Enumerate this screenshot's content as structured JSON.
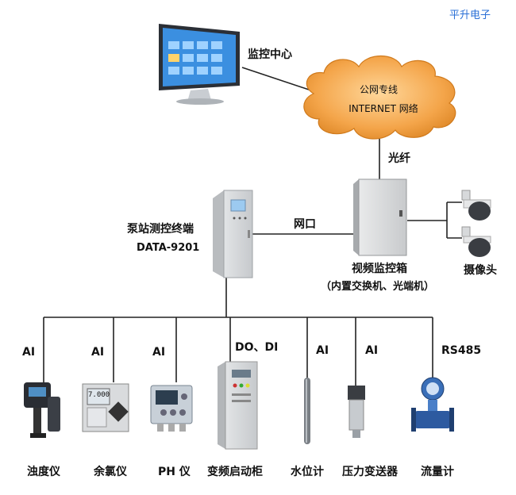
{
  "brand": "平升电子",
  "nodes": {
    "monitor_center": "监控中心",
    "cloud_line1": "公网专线",
    "cloud_line2": "INTERNET 网络",
    "fiber": "光纤",
    "terminal_name": "泵站测控终端",
    "terminal_model": "DATA-9201",
    "network_port": "网口",
    "video_box": "视频监控箱",
    "video_box_note": "（内置交换机、光端机）",
    "camera": "摄像头"
  },
  "signals": {
    "ai1": "AI",
    "ai2": "AI",
    "ai3": "AI",
    "dodi": "DO、DI",
    "ai4": "AI",
    "ai5": "AI",
    "rs485": "RS485"
  },
  "devices": {
    "turbidity": "浊度仪",
    "chlorine": "余氯仪",
    "ph": "PH 仪",
    "vfd_cabinet": "变频启动柜",
    "level": "水位计",
    "pressure": "压力变送器",
    "flow": "流量计"
  },
  "screens": {
    "chlorine_display": "7.000"
  },
  "colors": {
    "cloud": "#f4a54a",
    "cloud_edge": "#d07a1c",
    "line": "#222222",
    "brand": "#2a6fd6"
  }
}
